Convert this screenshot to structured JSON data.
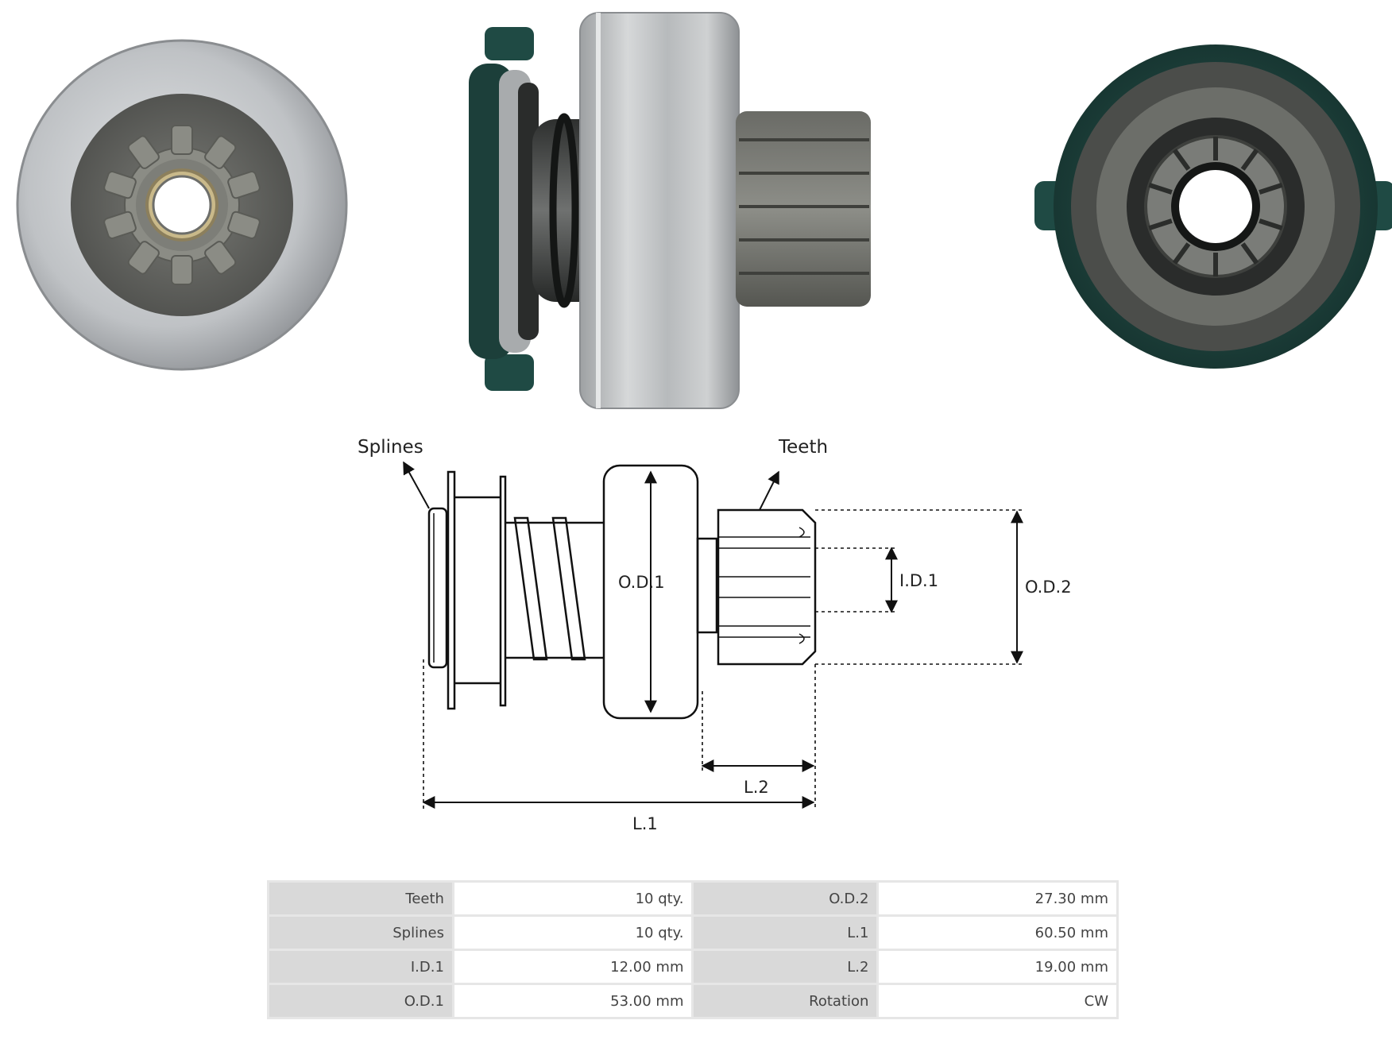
{
  "diagram": {
    "labels": {
      "splines": "Splines",
      "teeth": "Teeth",
      "od1": "O.D.1",
      "id1": "I.D.1",
      "od2": "O.D.2",
      "l2": "L.2",
      "l1": "L.1"
    }
  },
  "specs": {
    "rows": [
      {
        "k1": "Teeth",
        "v1": "10 qty.",
        "k2": "O.D.2",
        "v2": "27.30 mm"
      },
      {
        "k1": "Splines",
        "v1": "10 qty.",
        "k2": "L.1",
        "v2": "60.50 mm"
      },
      {
        "k1": "I.D.1",
        "v1": "12.00 mm",
        "k2": "L.2",
        "v2": "19.00 mm"
      },
      {
        "k1": "O.D.1",
        "v1": "53.00 mm",
        "k2": "Rotation",
        "v2": "CW"
      }
    ]
  },
  "colors": {
    "steel": "#b9bcc0",
    "dark_steel": "#5e605e",
    "green_rubber": "#1f4a44",
    "line": "#111111"
  }
}
